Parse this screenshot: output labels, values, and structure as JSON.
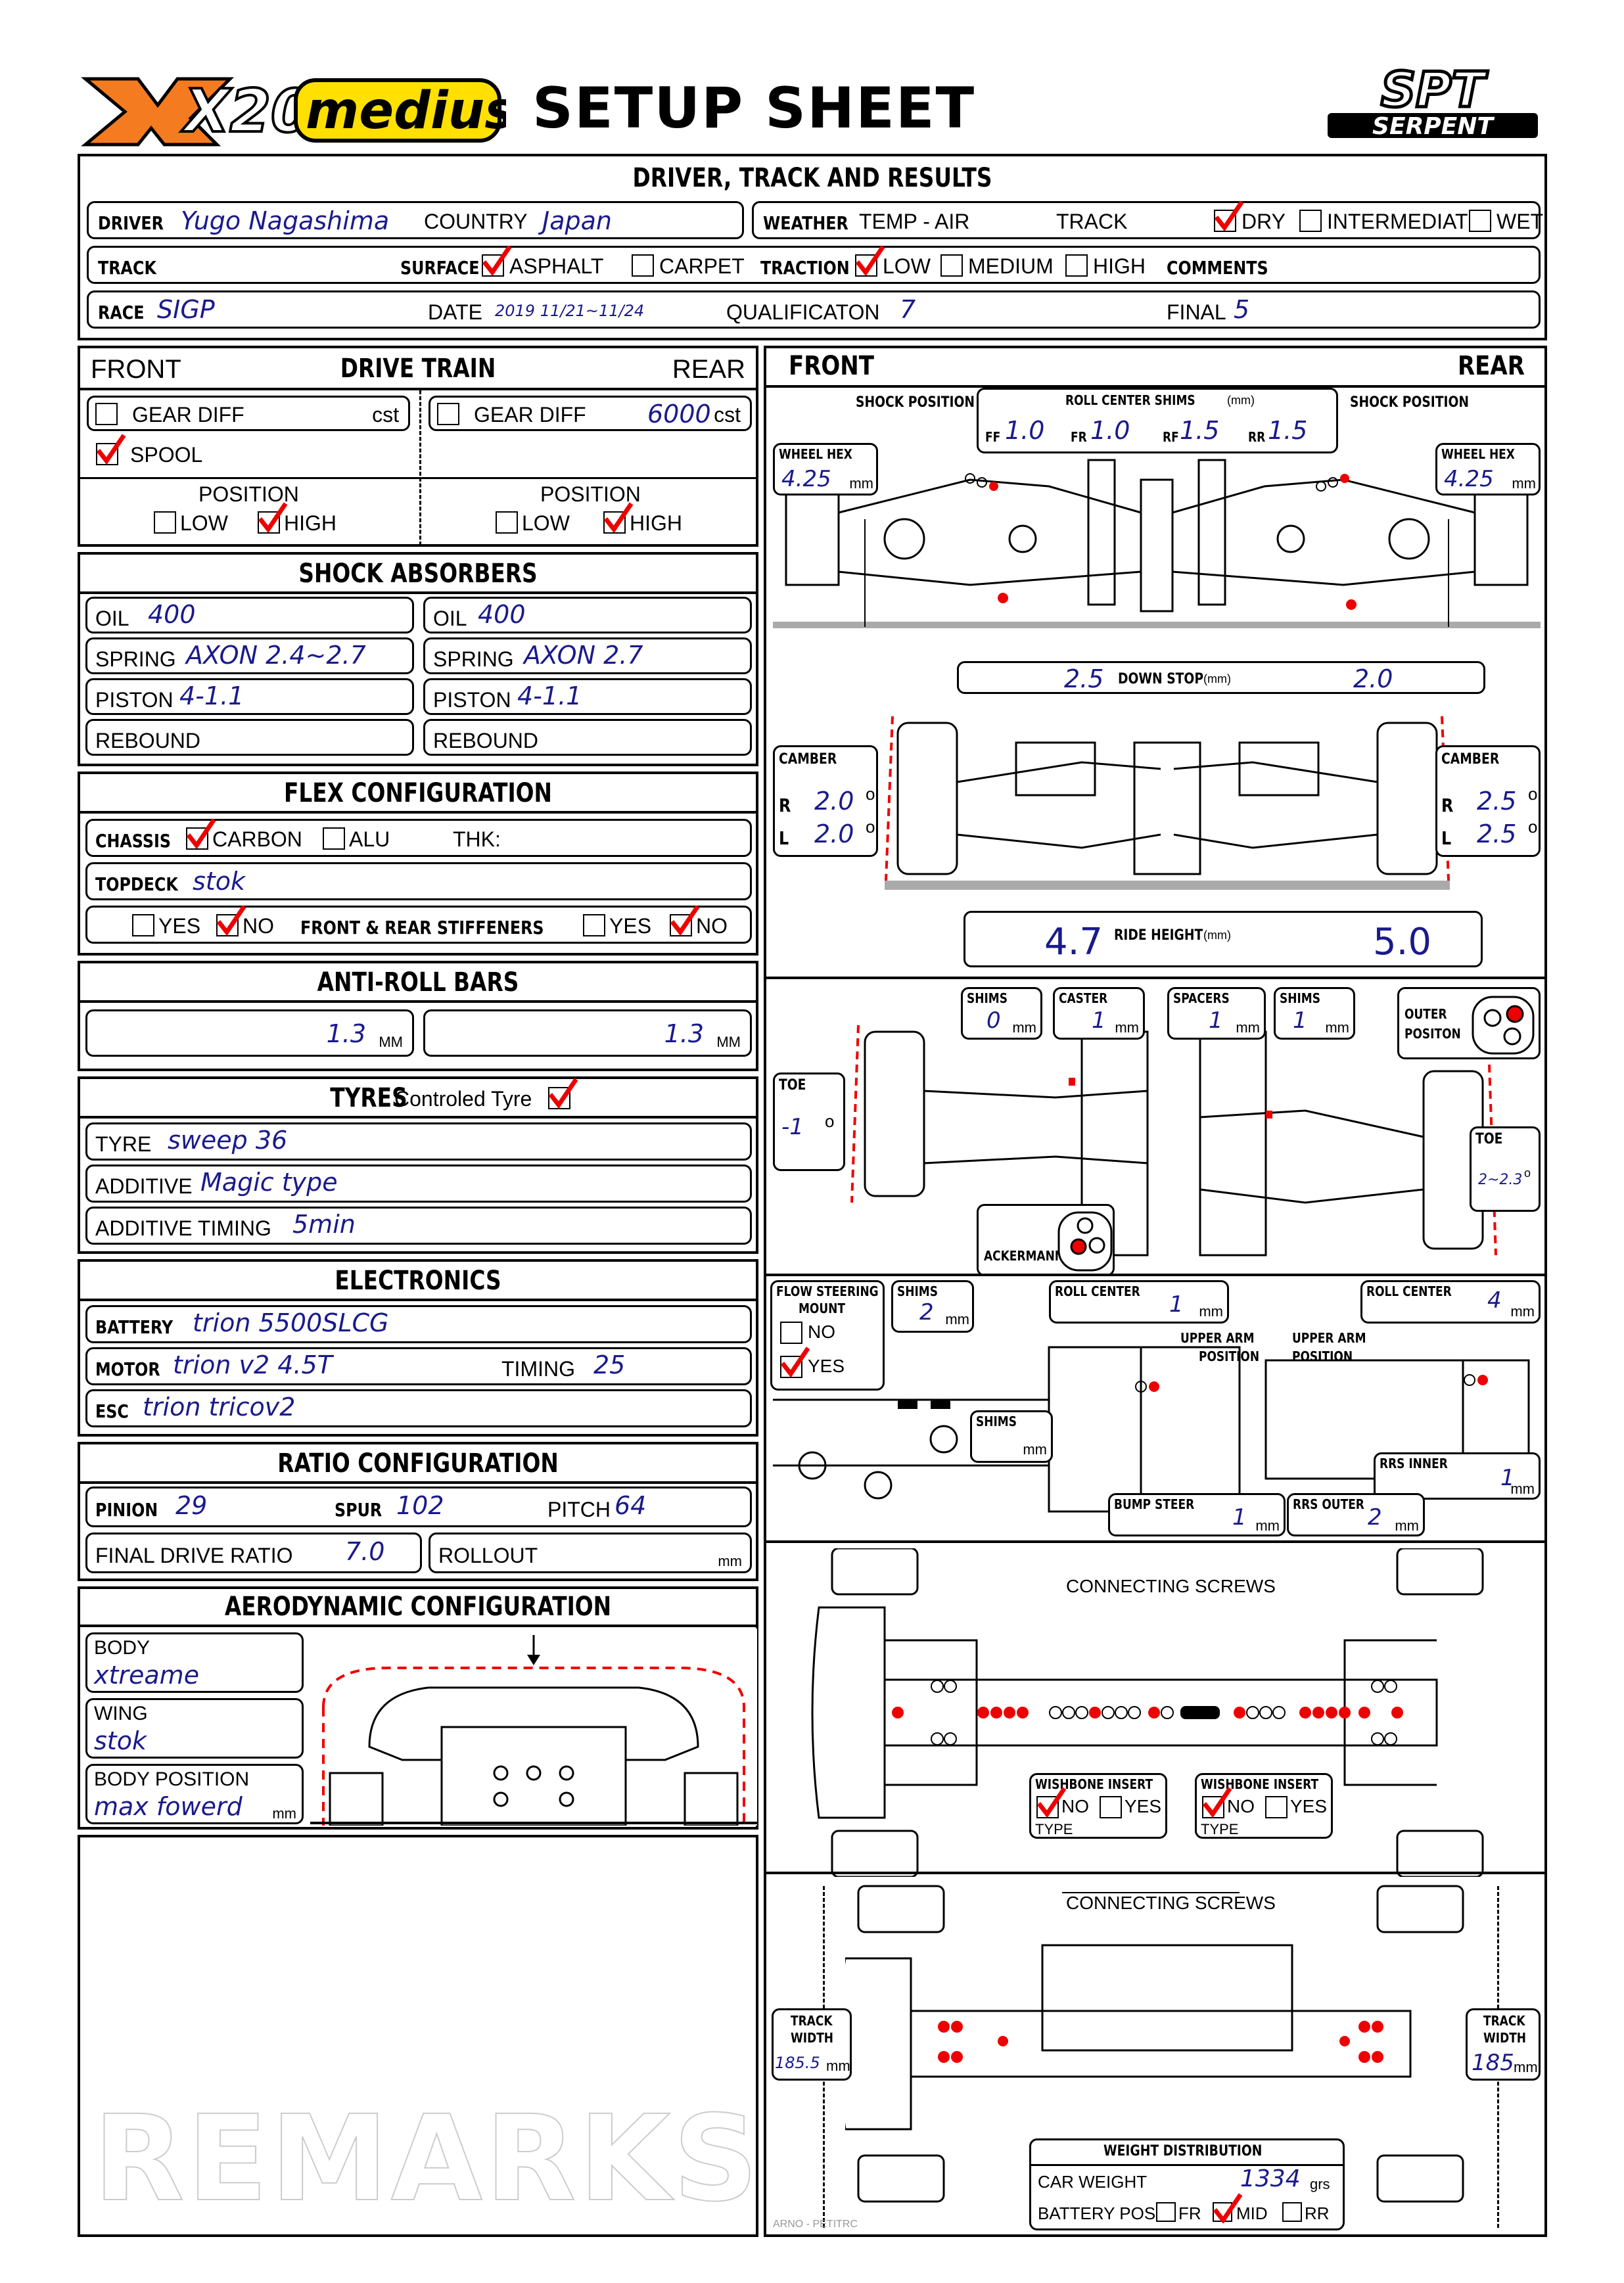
{
  "header": {
    "brand": "X20",
    "model": "medius",
    "title": "SETUP SHEET",
    "maker_top": "SPT",
    "maker_bottom": "SERPENT"
  },
  "driver_section": {
    "title": "DRIVER, TRACK AND RESULTS",
    "driver_label": "DRIVER",
    "driver": "Yugo Nagashima",
    "country_label": "COUNTRY",
    "country": "Japan",
    "weather_label": "WEATHER",
    "temp_label": "TEMP - AIR",
    "track_label": "TRACK",
    "dry": "DRY",
    "intermediate": "INTERMEDIATE",
    "wet": "WET",
    "track_row_label": "TRACK",
    "surface_label": "SURFACE",
    "asphalt": "ASPHALT",
    "carpet": "CARPET",
    "traction_label": "TRACTION",
    "low": "LOW",
    "medium": "MEDIUM",
    "high": "HIGH",
    "comments_label": "COMMENTS",
    "race_label": "RACE",
    "race": "SIGP",
    "date_label": "DATE",
    "date": "2019 11/21~11/24",
    "qual_label": "QUALIFICATON",
    "qual": "7",
    "final_label": "FINAL",
    "final": "5"
  },
  "drive_train": {
    "front_label": "FRONT",
    "title": "DRIVE TRAIN",
    "rear_label": "REAR",
    "gear_diff": "GEAR DIFF",
    "cst": "cst",
    "rear_diff_value": "6000",
    "spool": "SPOOL",
    "position": "POSITION",
    "low": "LOW",
    "high": "HIGH"
  },
  "shocks": {
    "title": "SHOCK ABSORBERS",
    "oil_label": "OIL",
    "spring_label": "SPRING",
    "piston_label": "PISTON",
    "rebound_label": "REBOUND",
    "front_oil": "400",
    "rear_oil": "400",
    "front_spring": "AXON 2.4~2.7",
    "rear_spring": "AXON 2.7",
    "front_piston": "4-1.1",
    "rear_piston": "4-1.1"
  },
  "flex": {
    "title": "FLEX CONFIGURATION",
    "chassis_label": "CHASSIS",
    "carbon": "CARBON",
    "alu": "ALU",
    "thk": "THK:",
    "topdeck_label": "TOPDECK",
    "topdeck": "stok",
    "yes": "YES",
    "no": "NO",
    "stiffeners": "FRONT & REAR STIFFENERS"
  },
  "arb": {
    "title": "ANTI-ROLL BARS",
    "front": "1.3",
    "rear": "1.3",
    "unit": "MM"
  },
  "tyres": {
    "title": "TYRES",
    "controlled": "Controled Tyre",
    "tyre_label": "TYRE",
    "tyre": "sweep 36",
    "additive_label": "ADDITIVE",
    "additive": "Magic type",
    "timing_label": "ADDITIVE TIMING",
    "timing": "5min"
  },
  "electronics": {
    "title": "ELECTRONICS",
    "battery_label": "BATTERY",
    "battery": "trion 5500SLCG",
    "motor_label": "MOTOR",
    "motor": "trion v2 4.5T",
    "timing_label": "TIMING",
    "timing": "25",
    "esc_label": "ESC",
    "esc": "trion tricov2"
  },
  "ratio": {
    "title": "RATIO CONFIGURATION",
    "pinion_label": "PINION",
    "pinion": "29",
    "spur_label": "SPUR",
    "spur": "102",
    "pitch_label": "PITCH",
    "pitch": "64",
    "fdr_label": "FINAL DRIVE RATIO",
    "fdr": "7.0",
    "rollout_label": "ROLLOUT",
    "mm": "mm"
  },
  "aero": {
    "title": "AERODYNAMIC CONFIGURATION",
    "body_label": "BODY",
    "body": "xtreame",
    "wing_label": "WING",
    "wing": "stok",
    "bodypos_label": "BODY POSITION",
    "bodypos": "max fowerd",
    "mm": "mm"
  },
  "remarks": {
    "watermark": "REMARKS"
  },
  "right": {
    "front": "FRONT",
    "rear": "REAR",
    "shock_position": "SHOCK POSITION",
    "rc_shims": "ROLL CENTER SHIMS",
    "mm_paren": "(mm)",
    "ff": "FF",
    "fr": "FR",
    "rf": "RF",
    "rr": "RR",
    "ff_val": "1.0",
    "fr_val": "1.0",
    "rf_val": "1.5",
    "rr_val": "1.5",
    "wheel_hex": "WHEEL HEX",
    "hex_front": "4.25",
    "hex_rear": "4.25",
    "mm": "mm",
    "down_stop": "DOWN STOP",
    "ds_front": "2.5",
    "ds_rear": "2.0",
    "camber": "CAMBER",
    "r": "R",
    "l": "L",
    "camber_fr": "2.0",
    "camber_fl": "2.0",
    "camber_rr": "2.5",
    "camber_rl": "2.5",
    "deg": "o",
    "ride_height": "RIDE HEIGHT",
    "rh_front": "4.7",
    "rh_rear": "5.0",
    "shims": "SHIMS",
    "caster": "CASTER",
    "spacers": "SPACERS",
    "shims_val": "0",
    "caster_val": "1",
    "spacers_val": "1",
    "shims2_val": "1",
    "outer": "OUTER",
    "positon": "POSITON",
    "toe": "TOE",
    "toe_front": "-1",
    "toe_rear": "2~2.3",
    "ackermann": "ACKERMANN",
    "flow1": "FLOW STEERING",
    "flow2": "MOUNT",
    "no": "NO",
    "yes": "YES",
    "fs_shims": "2",
    "roll_center": "ROLL CENTER",
    "rc_front": "1",
    "rc_rear": "4",
    "upper_arm1": "UPPER ARM",
    "upper_arm2": "POSITION",
    "shims_label": "SHIMS",
    "bump_steer": "BUMP STEER",
    "bump_val": "1",
    "rrs_outer": "RRS OUTER",
    "rrs_outer_val": "2",
    "rrs_inner": "RRS INNER",
    "rrs_inner_val": "1",
    "connecting_screws": "CONNECTING SCREWS",
    "wishbone": "WISHBONE INSERT",
    "type": "TYPE",
    "track_width1": "TRACK",
    "track_width2": "WIDTH",
    "tw_front": "185.5",
    "tw_rear": "185",
    "weight_dist": "WEIGHT DISTRIBUTION",
    "car_weight": "CAR WEIGHT",
    "weight": "1334",
    "grs": "grs",
    "battery_pos": "BATTERY POS.",
    "bp_fr": "FR",
    "bp_mid": "MID",
    "bp_rr": "RR",
    "credit": "ARNO - PETITRC"
  }
}
